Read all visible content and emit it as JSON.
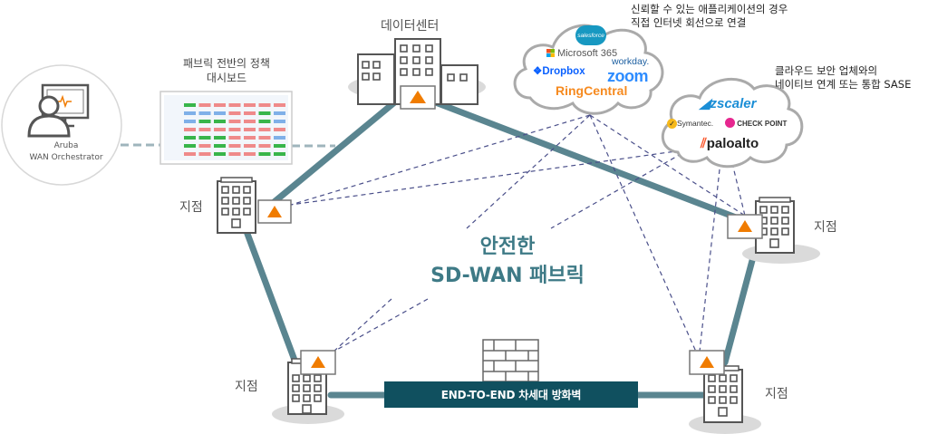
{
  "orchestrator": {
    "line1": "Aruba",
    "line2": "WAN Orchestrator"
  },
  "dashboard": {
    "title_line1": "패브릭 전반의 정책",
    "title_line2": "대시보드"
  },
  "datacenter": {
    "label": "데이터센터"
  },
  "branches": [
    {
      "id": "branch-left",
      "label": "지점"
    },
    {
      "id": "branch-right",
      "label": "지점"
    },
    {
      "id": "branch-bottom-left",
      "label": "지점"
    },
    {
      "id": "branch-bottom-right",
      "label": "지점"
    }
  ],
  "saas_cloud": {
    "caption_line1": "신뢰할 수 있는 애플리케이션의 경우",
    "caption_line2": "직접 인터넷 회선으로 연결",
    "logos": [
      "salesforce",
      "Microsoft 365",
      "workday.",
      "Dropbox",
      "zoom",
      "RingCentral"
    ]
  },
  "security_cloud": {
    "caption_line1": "클라우드 보안 업체와의",
    "caption_line2": "네이티브 연계 또는 통합 SASE",
    "logos": [
      "zscaler",
      "Symantec.",
      "CHECK POINT",
      "paloalto"
    ]
  },
  "center": {
    "line1": "안전한",
    "line2": "SD-WAN 패브릭"
  },
  "firewall": {
    "label": "END-TO-END 차세대 방화벽"
  },
  "colors": {
    "fabric_link": "#5a8590",
    "firewall_bar": "#10505f",
    "appliance_accent": "#f07c00",
    "dashed_link": "#4a4f8a",
    "center_title": "#3e7a86"
  }
}
